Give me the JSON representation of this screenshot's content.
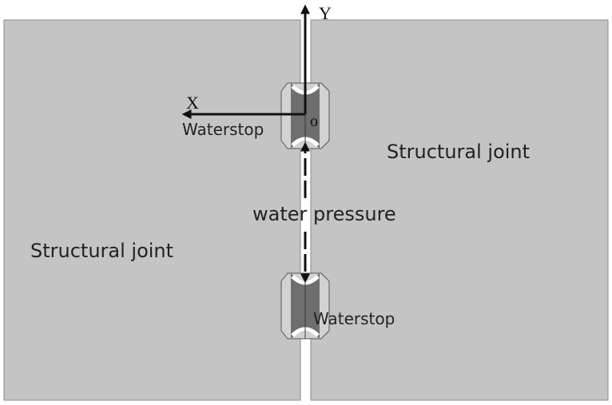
{
  "labels": {
    "left_block": "Structural joint",
    "right_block": "Structural joint",
    "waterstop_top": "Waterstop",
    "waterstop_bottom": "Waterstop",
    "water_pressure": "water pressure"
  },
  "axes": {
    "x_label": "X",
    "y_label": "Y",
    "origin_label": "o"
  },
  "colors": {
    "block_fill": "#c4c4c4",
    "block_stroke": "#8a8a8a",
    "waterstop_fill": "#d2d2d2",
    "waterstop_core": "#6e6e6e",
    "arrow": "#111111"
  }
}
